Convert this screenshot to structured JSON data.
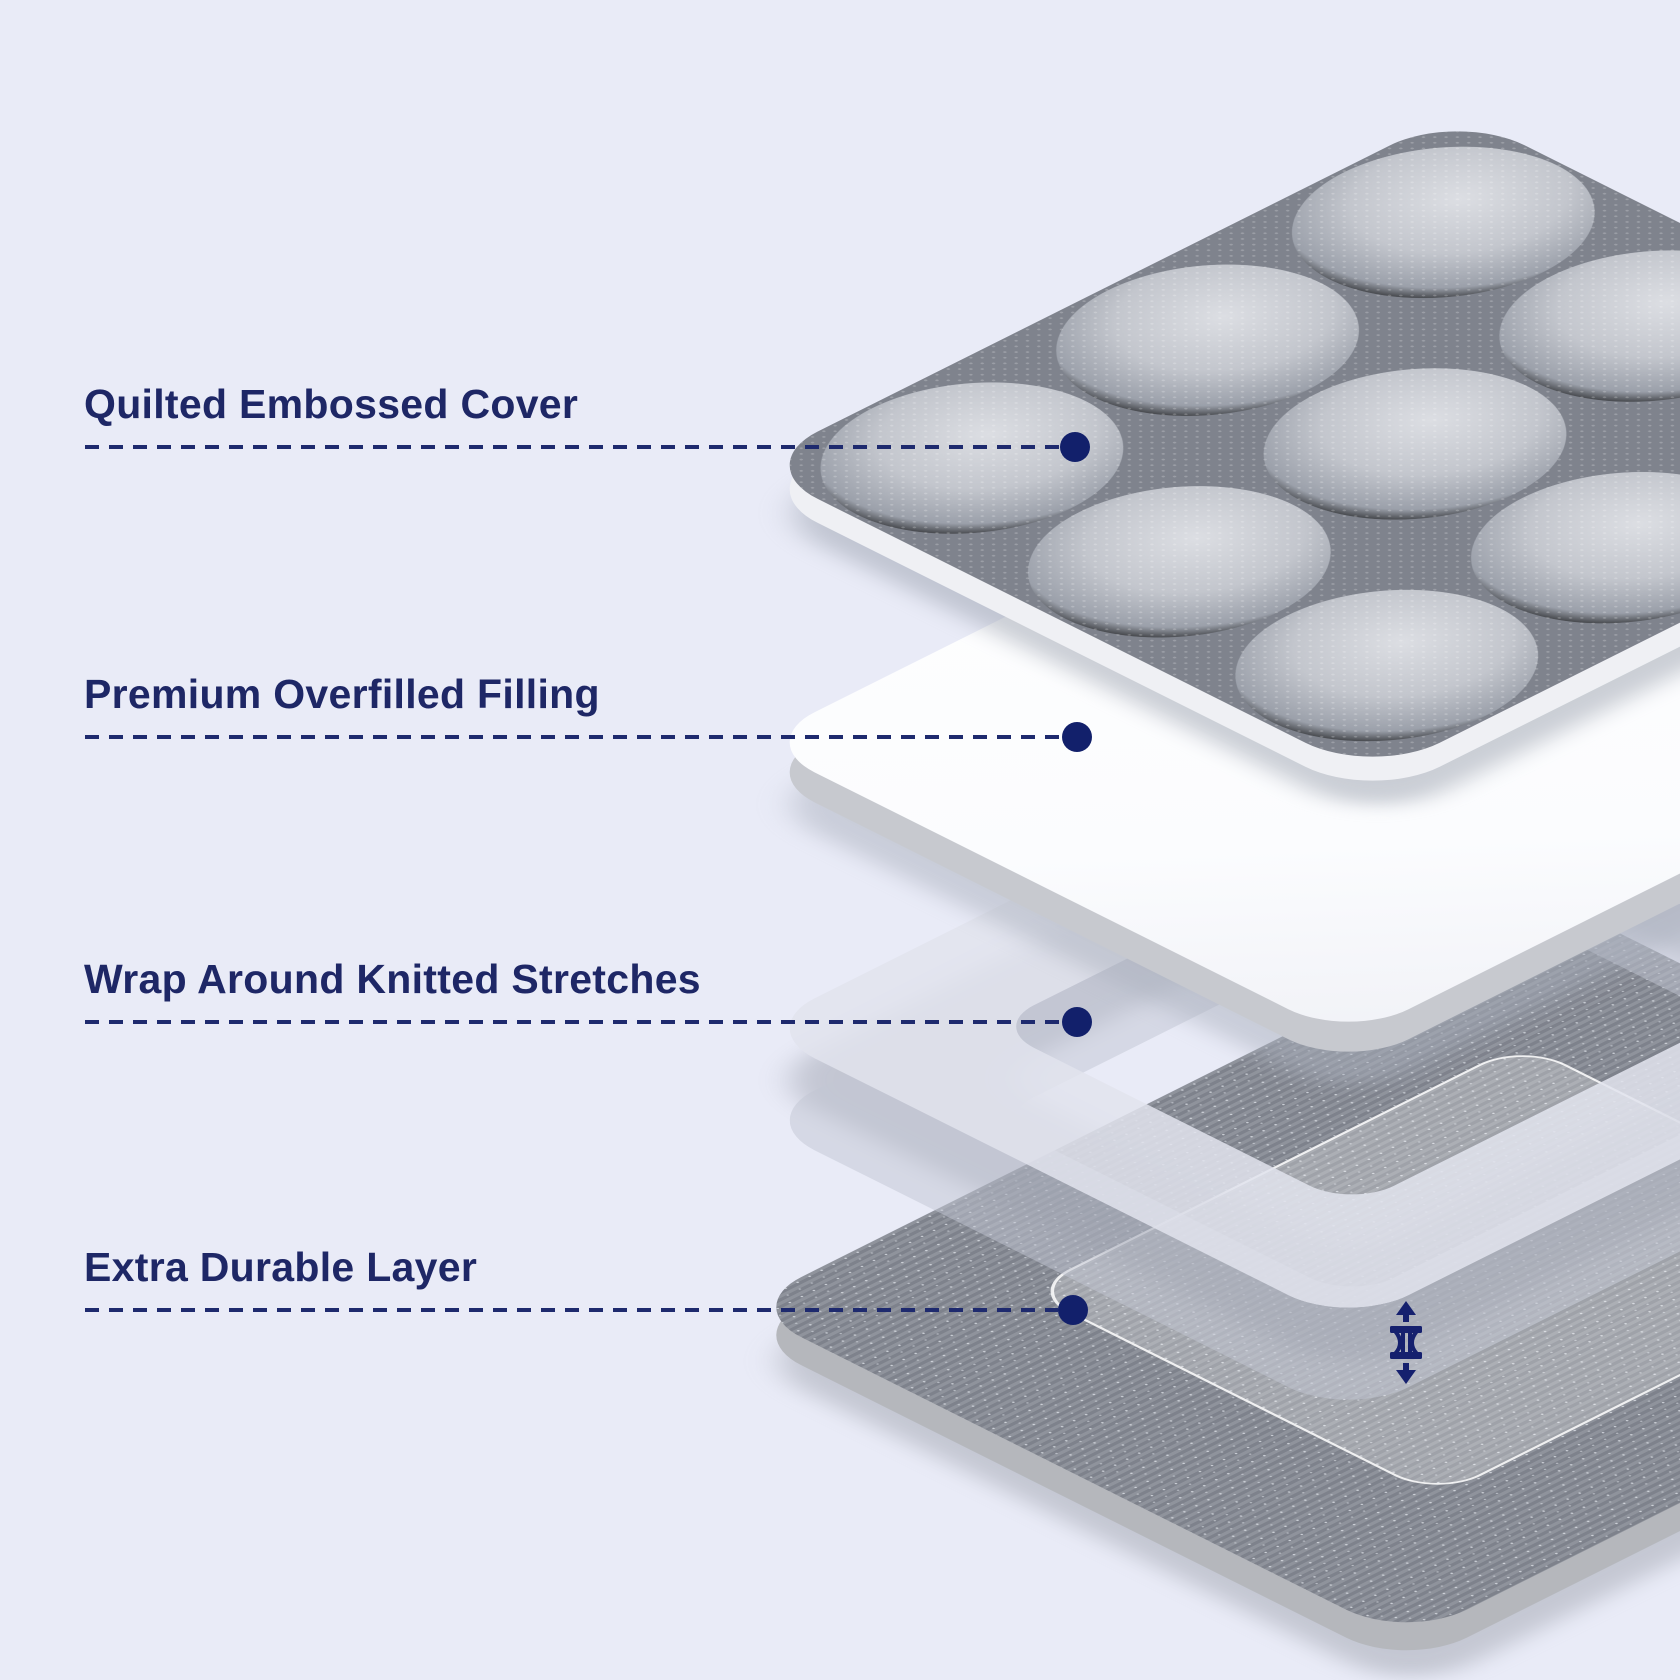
{
  "page": {
    "background": "#e9ebf7",
    "description_labels_count": "4"
  },
  "colors": {
    "accent_text": "#1e2766",
    "leader_line": "#1e2a6e",
    "leader_dot": "#12206b",
    "quilt_fabric": "#b8bbc3",
    "filling_surface": "#fbfcfe",
    "knit_band": "#e2e4ee",
    "durable_fabric": "#83878f"
  },
  "callouts": [
    {
      "label": "Quilted Embossed Cover"
    },
    {
      "label": "Premium Overfilled Filling"
    },
    {
      "label": "Wrap Around Knitted Stretches"
    },
    {
      "label": "Extra Durable Layer"
    }
  ],
  "icons": [
    {
      "name": "stretch-arrows-icon"
    }
  ]
}
